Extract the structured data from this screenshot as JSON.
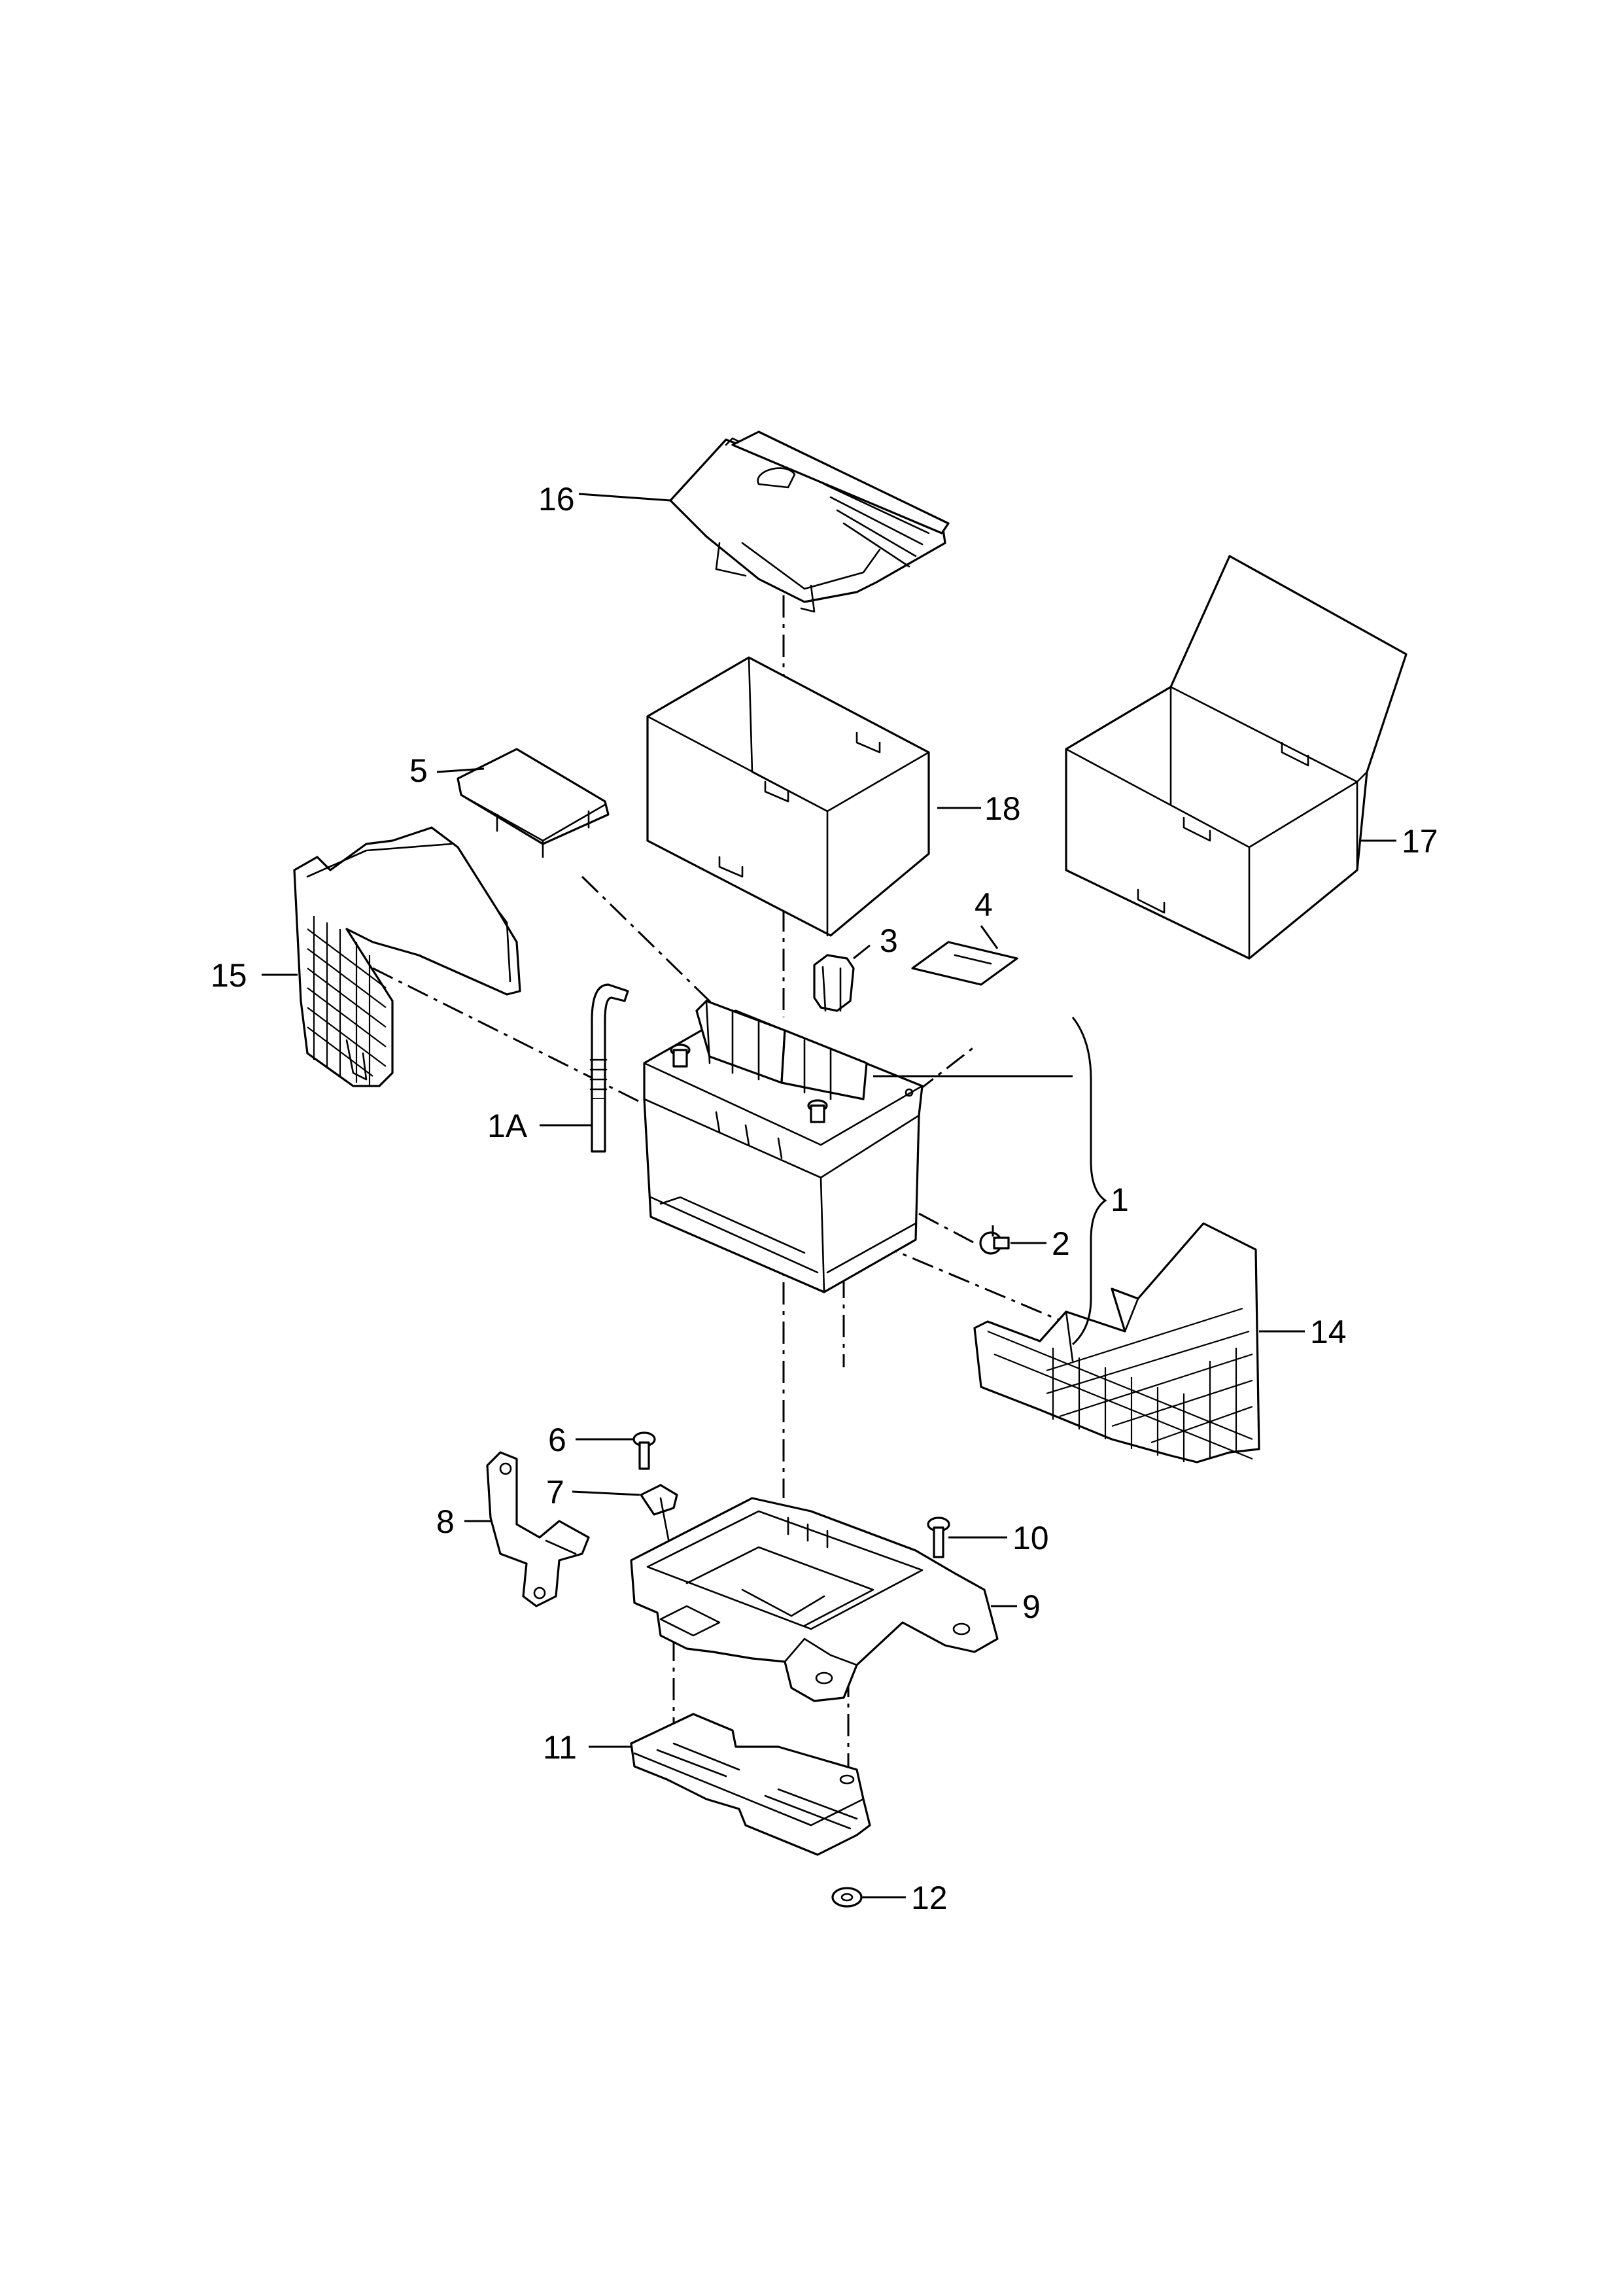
{
  "callouts": {
    "p1": "1",
    "p1a": "1A",
    "p2": "2",
    "p3": "3",
    "p4": "4",
    "p5": "5",
    "p6": "6",
    "p7": "7",
    "p8": "8",
    "p9": "9",
    "p10": "10",
    "p11": "11",
    "p12": "12",
    "p14": "14",
    "p15": "15",
    "p16": "16",
    "p17": "17",
    "p18": "18"
  },
  "colors": {
    "line": "#000000",
    "background": "#ffffff"
  }
}
